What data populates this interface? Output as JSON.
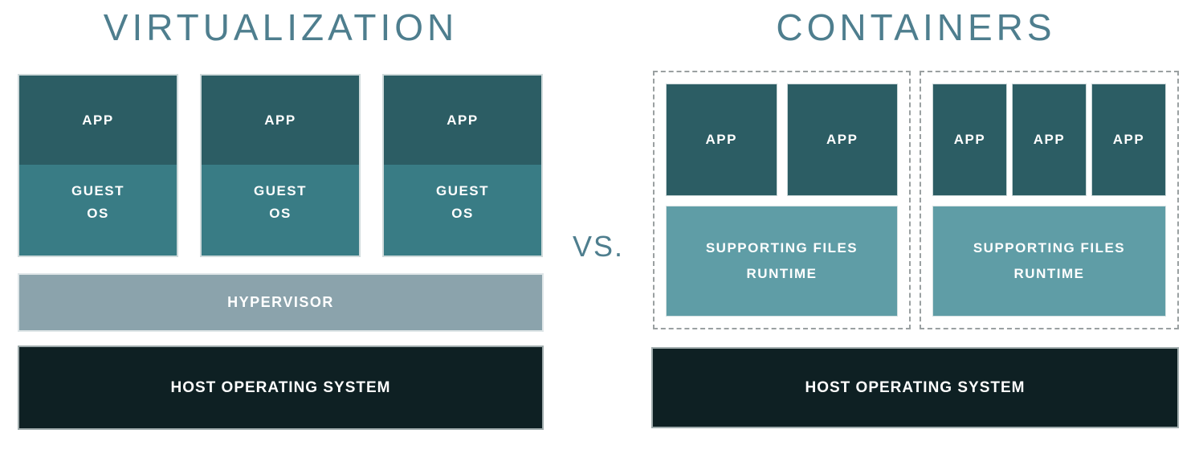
{
  "diagram": {
    "left_title": "VIRTUALIZATION",
    "versus": "VS.",
    "right_title": "CONTAINERS"
  },
  "colors": {
    "app": "#2c5d64",
    "guest_os": "#397c85",
    "supporting": "#5f9da6",
    "hypervisor": "#8ba3ac",
    "host_os": "#0e2023",
    "title_text": "#4e7e8e",
    "dashed_border": "#9aa0a1",
    "label_text": "#ffffff"
  },
  "virtualization": {
    "vms": [
      {
        "app": "APP",
        "guest_line1": "GUEST",
        "guest_line2": "OS"
      },
      {
        "app": "APP",
        "guest_line1": "GUEST",
        "guest_line2": "OS"
      },
      {
        "app": "APP",
        "guest_line1": "GUEST",
        "guest_line2": "OS"
      }
    ],
    "hypervisor": "HYPERVISOR",
    "host_os": "HOST OPERATING SYSTEM"
  },
  "containers": {
    "groups": [
      {
        "apps": [
          "APP",
          "APP"
        ],
        "supporting_line1": "SUPPORTING FILES",
        "supporting_line2": "RUNTIME"
      },
      {
        "apps": [
          "APP",
          "APP",
          "APP"
        ],
        "supporting_line1": "SUPPORTING FILES",
        "supporting_line2": "RUNTIME"
      }
    ],
    "host_os": "HOST OPERATING SYSTEM"
  }
}
